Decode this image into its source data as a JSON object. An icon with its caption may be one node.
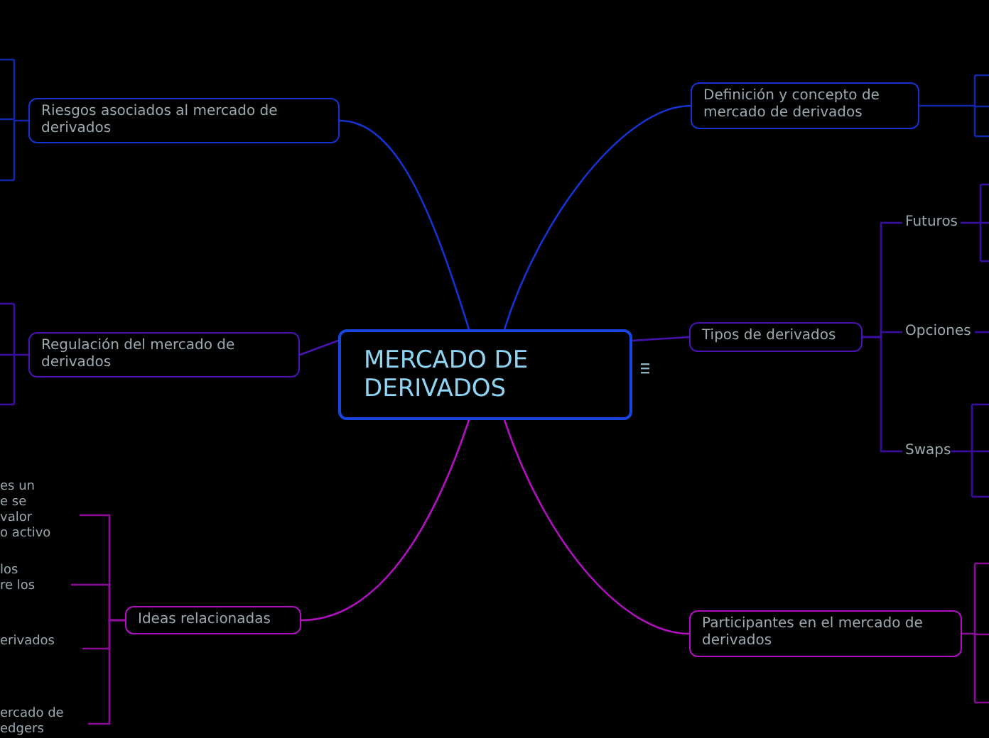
{
  "diagram": {
    "nodes": [
      {
        "text": [
          "MERCADO DE DERIVADOS"
        ]
      },
      {
        "text": [
          "Riesgos asociados al mercado de derivados"
        ]
      },
      {
        "text": [
          "Regulación del mercado de derivados"
        ]
      },
      {
        "text": [
          "Ideas relacionadas"
        ]
      },
      {
        "text": [
          "Definición y concepto de mercado de derivados"
        ]
      },
      {
        "text": [
          "Tipos de derivados"
        ]
      },
      {
        "text": [
          "Futuros"
        ]
      },
      {
        "text": [
          "Opciones"
        ]
      },
      {
        "text": [
          "Swaps"
        ]
      },
      {
        "text": [
          "Participantes en el mercado de derivados"
        ]
      },
      {
        "text": [
          "es un e se valor o activo"
        ]
      },
      {
        "text": [
          "los re los"
        ]
      },
      {
        "text": [
          "erivados"
        ]
      },
      {
        "text": [
          "ercado de edgers"
        ]
      }
    ],
    "edges": [
      {
        "from": 0,
        "to": 1,
        "arrow": "none",
        "color": "#1433d0"
      },
      {
        "from": 0,
        "to": 2,
        "arrow": "none",
        "color": "#4a12b0"
      },
      {
        "from": 0,
        "to": 3,
        "arrow": "none",
        "color": "#b010c0"
      },
      {
        "from": 0,
        "to": 4,
        "arrow": "none",
        "color": "#1433d0"
      },
      {
        "from": 0,
        "to": 5,
        "arrow": "none",
        "color": "#4a12b0"
      },
      {
        "from": 0,
        "to": 9,
        "arrow": "none",
        "color": "#b010c0"
      },
      {
        "from": 5,
        "to": 6,
        "arrow": "none",
        "color": "#3a0ca0"
      },
      {
        "from": 5,
        "to": 7,
        "arrow": "none",
        "color": "#3a0ca0"
      },
      {
        "from": 5,
        "to": 8,
        "arrow": "none",
        "color": "#3a0ca0"
      },
      {
        "from": 3,
        "to": 10,
        "arrow": "none",
        "color": "#8a0c98"
      },
      {
        "from": 3,
        "to": 11,
        "arrow": "none",
        "color": "#8a0c98"
      },
      {
        "from": 3,
        "to": 12,
        "arrow": "none",
        "color": "#8a0c98"
      },
      {
        "from": 3,
        "to": 13,
        "arrow": "none",
        "color": "#8a0c98"
      },
      {
        "from": 1,
        "to": null,
        "arrow": "none",
        "color": "#1028a8"
      },
      {
        "from": 2,
        "to": null,
        "arrow": "none",
        "color": "#3a0ca0"
      },
      {
        "from": 4,
        "to": null,
        "arrow": "none",
        "color": "#1028a8"
      },
      {
        "from": 6,
        "to": null,
        "arrow": "none",
        "color": "#3a0ca0"
      },
      {
        "from": 7,
        "to": null,
        "arrow": "none",
        "color": "#3a0ca0"
      },
      {
        "from": 8,
        "to": null,
        "arrow": "none",
        "color": "#3a0ca0"
      },
      {
        "from": 9,
        "to": null,
        "arrow": "none",
        "color": "#8a0c98"
      }
    ]
  }
}
